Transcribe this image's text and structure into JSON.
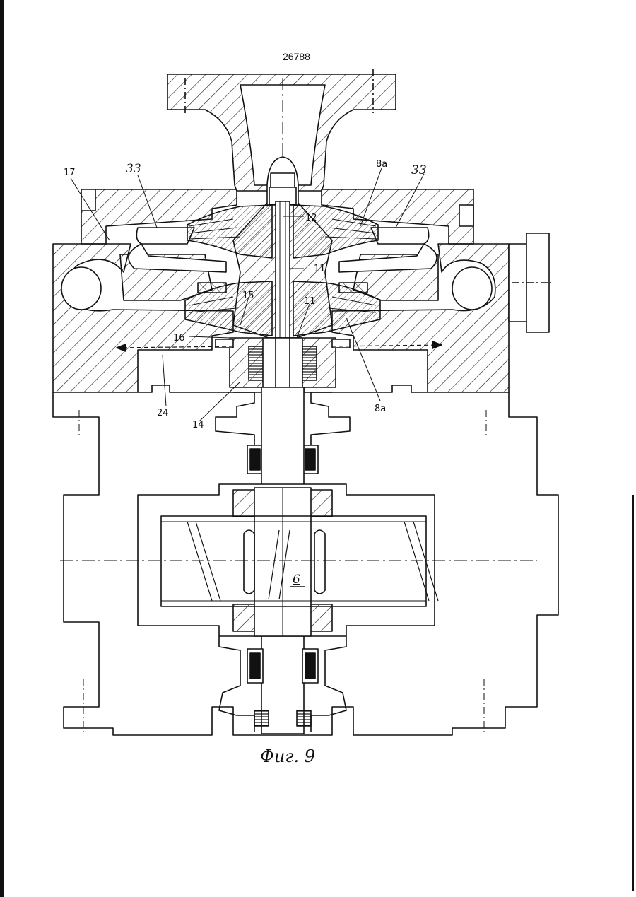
{
  "document": {
    "page_number": "26788",
    "figure_caption": "Фиг. 9"
  },
  "labels": {
    "l17": "17",
    "l33_left": "33",
    "l8a_top": "8a",
    "l33_right": "33",
    "l12": "12",
    "l11_upper": "11",
    "l15": "15",
    "l11_lower": "11",
    "l16": "16",
    "l24": "24",
    "l14": "14",
    "l8a_bottom": "8a",
    "l6": "6"
  },
  "colors": {
    "ink": "#111111",
    "paper": "#ffffff"
  }
}
